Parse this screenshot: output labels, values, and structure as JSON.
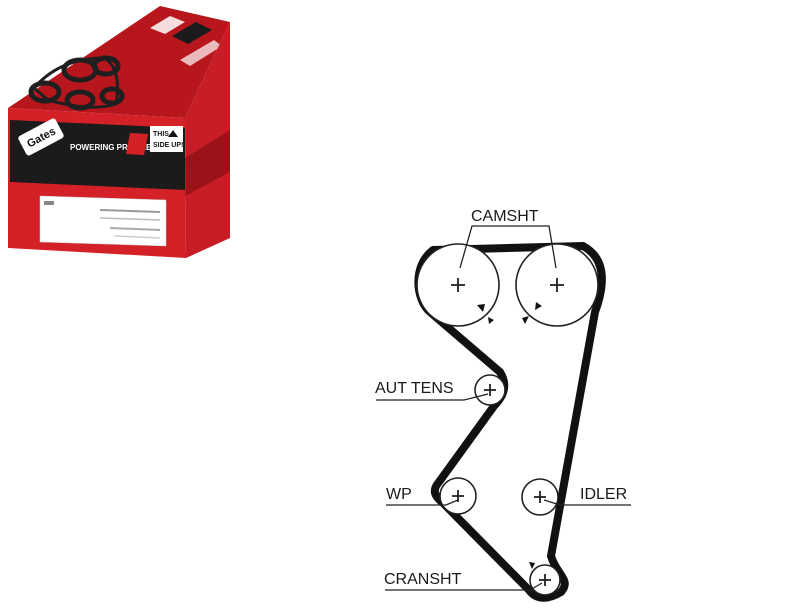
{
  "product_box": {
    "brand_logo": "Gates",
    "slogan": "POWERING PROGRESS™",
    "orientation_label_line1": "THIS",
    "orientation_label_line2": "SIDE UP!",
    "colors": {
      "red": "#d42027",
      "dark_red": "#9b1218",
      "black": "#1b1b1b",
      "white": "#ffffff"
    }
  },
  "diagram": {
    "labels": {
      "camshaft": "CAMSHT",
      "auto_tensioner": "AUT TENS",
      "water_pump": "WP",
      "idler": "IDLER",
      "crankshaft": "CRANSHT"
    },
    "colors": {
      "belt": "#111111",
      "line": "#222222"
    }
  }
}
